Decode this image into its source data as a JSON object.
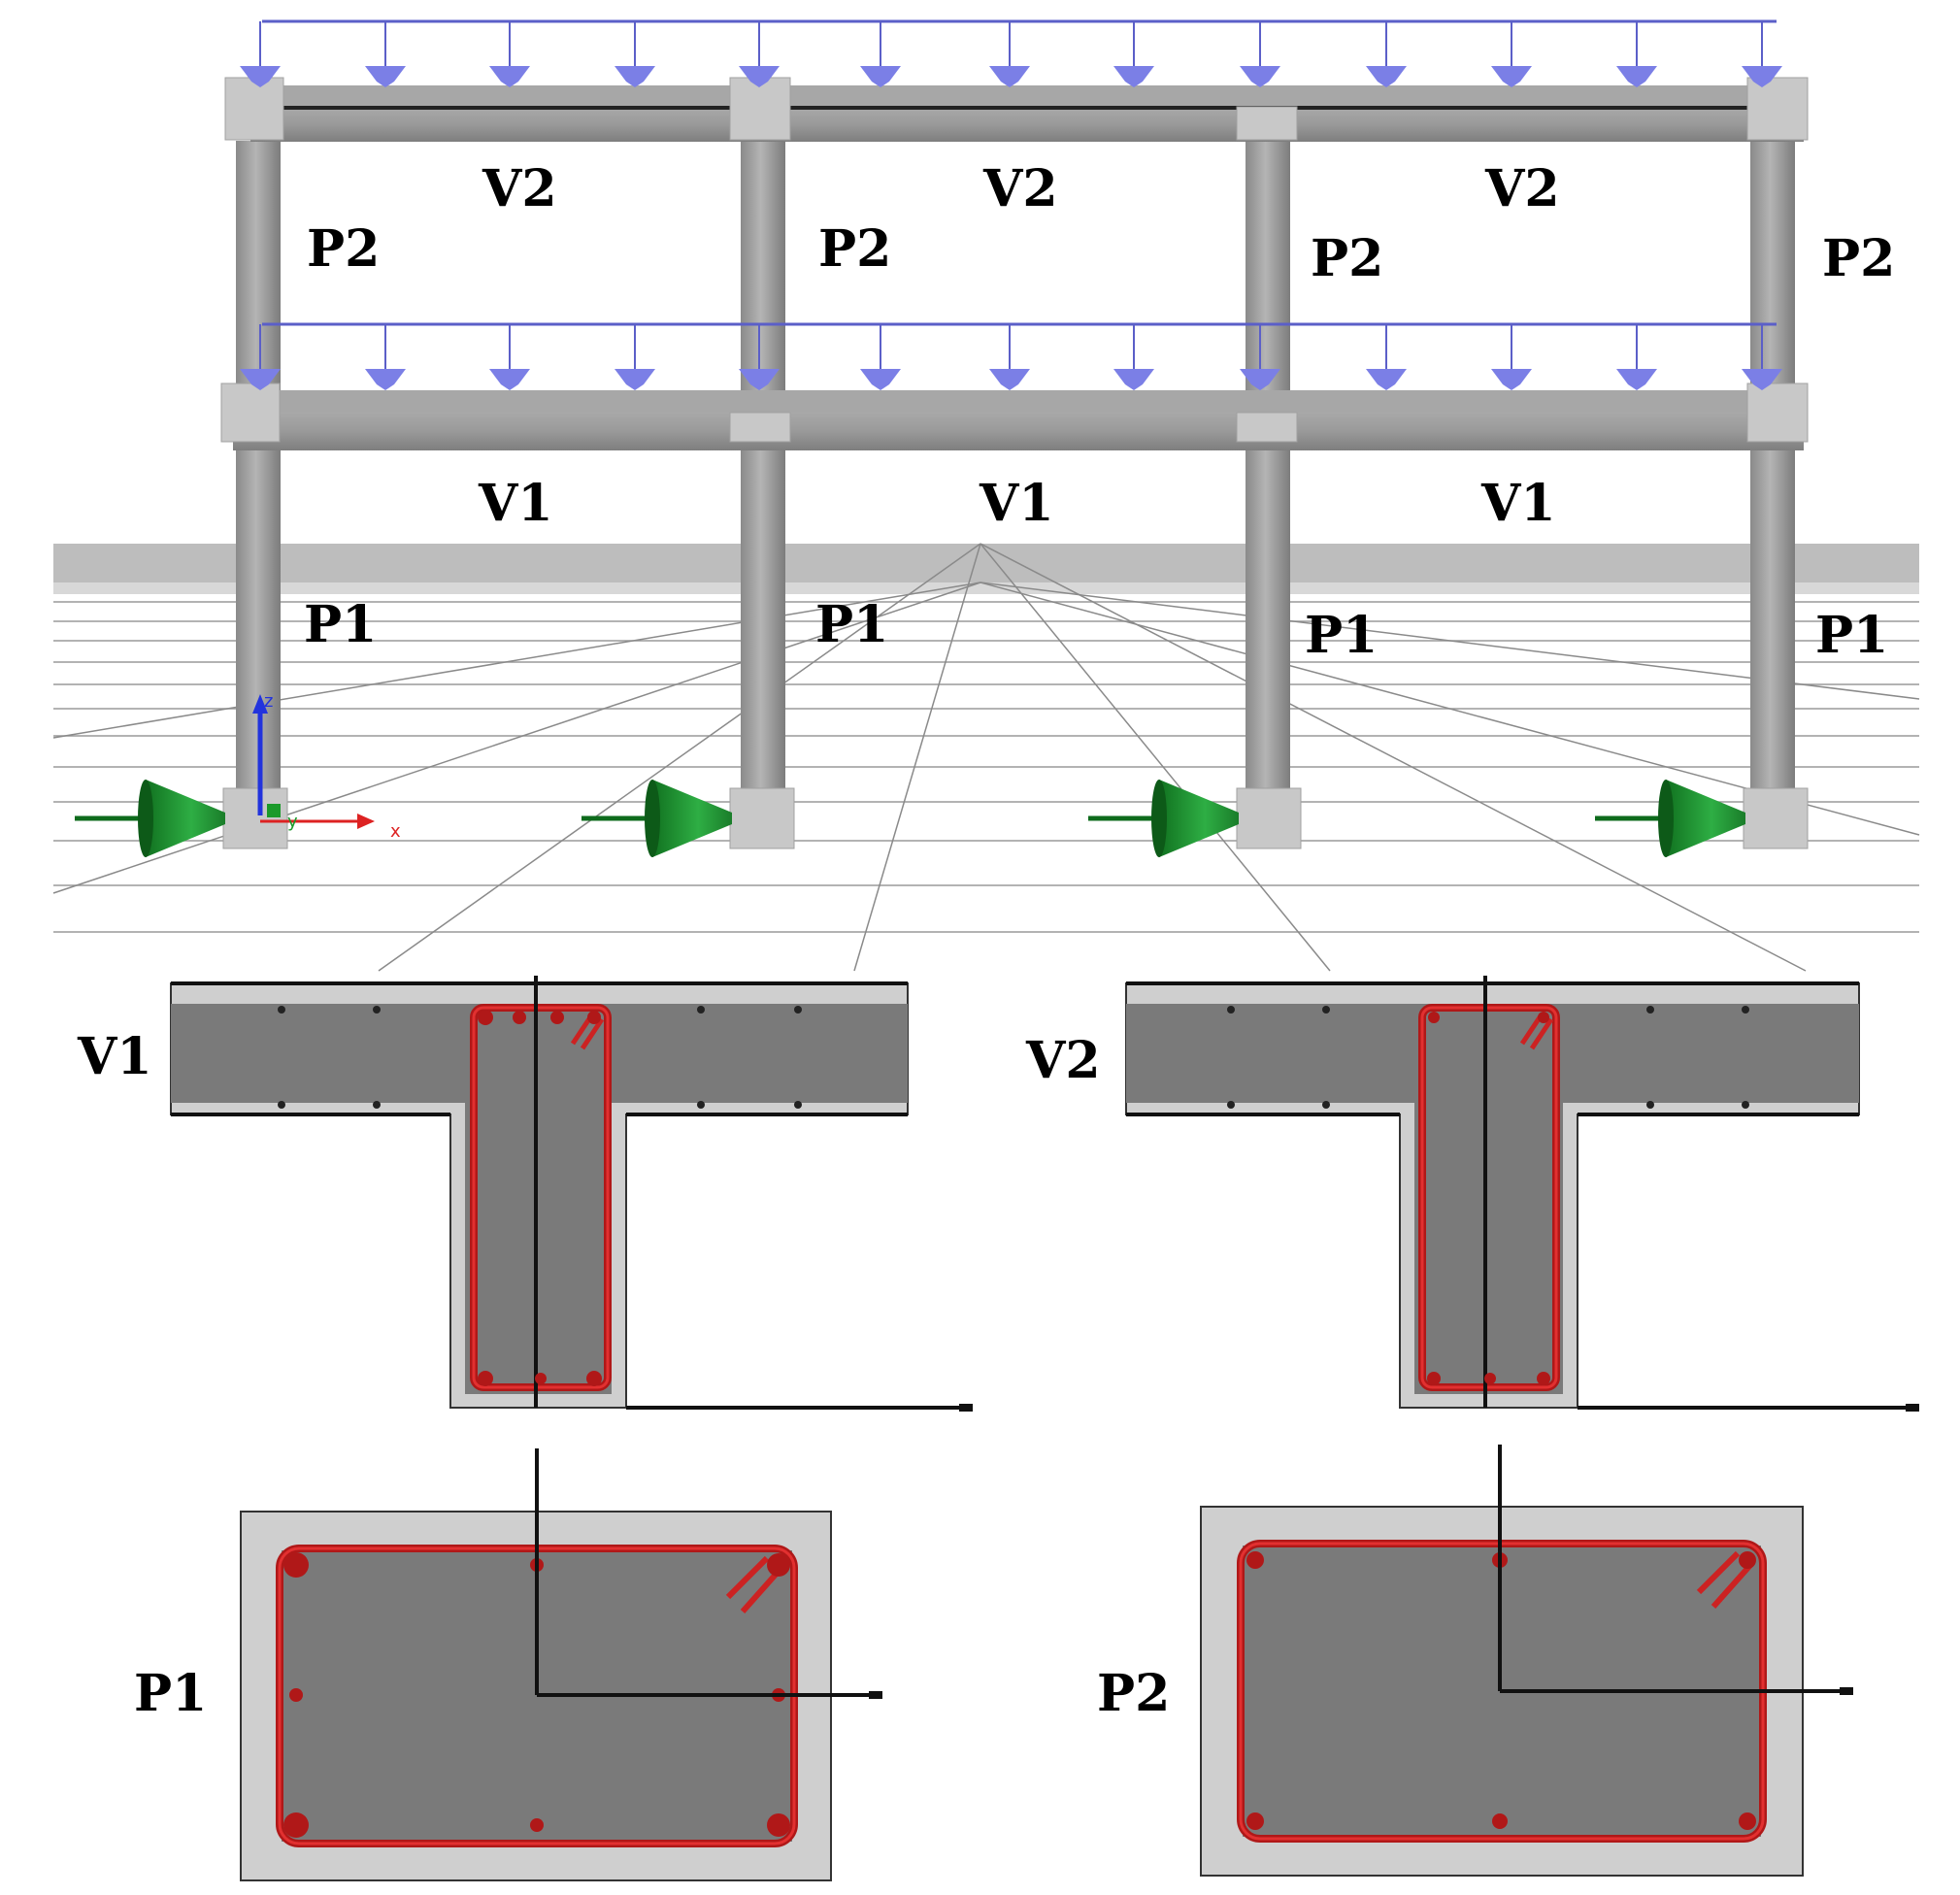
{
  "frame": {
    "beam_labels_upper": [
      "V2",
      "V2",
      "V2"
    ],
    "beam_labels_lower": [
      "V1",
      "V1",
      "V1"
    ],
    "column_labels_upper": [
      "P2",
      "P2",
      "P2",
      "P2"
    ],
    "column_labels_lower": [
      "P1",
      "P1",
      "P1",
      "P1"
    ],
    "axis_labels": {
      "x": "x",
      "y": "y",
      "z": "z"
    }
  },
  "sections": {
    "beam_v1": "V1",
    "beam_v2": "V2",
    "column_p1": "P1",
    "column_p2": "P2"
  },
  "colors": {
    "load": "#7b7fe6",
    "support": "#1f8f2f",
    "concrete_core": "#7a7a7a",
    "concrete_cover": "#cfcfcf",
    "rebar": "#d21f1f"
  },
  "icons": [
    "distributed-load-arrow-icon",
    "pin-support-icon",
    "axis-triad-icon"
  ]
}
